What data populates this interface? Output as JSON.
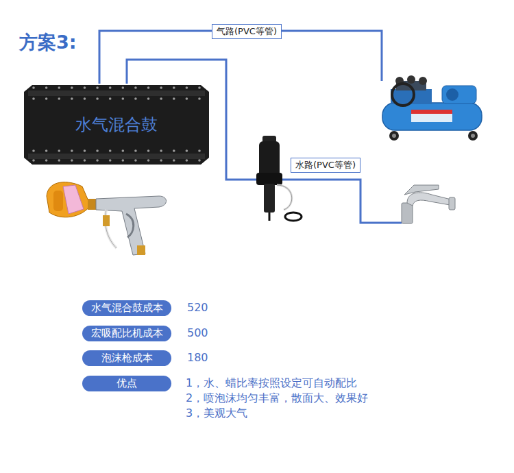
{
  "diagram": {
    "title": "方案3:",
    "nodes": [
      {
        "text": [
          "气路(PVC等管)"
        ]
      },
      {
        "text": [
          "水气混合鼓"
        ]
      },
      {
        "text": [
          "水路(PVC等管)"
        ]
      },
      {
        "text": [
          "水气混合鼓成本"
        ]
      },
      {
        "text": [
          "宏吸配比机成本"
        ]
      },
      {
        "text": [
          "泡沫枪成本"
        ]
      },
      {
        "text": [
          "优点"
        ]
      }
    ],
    "labels": [
      "520",
      "500",
      "180",
      "1，水、蜡比率按照设定可自动配比",
      "2，喷泡沫均匀丰富，散面大、效果好",
      "3，美观大气"
    ]
  }
}
